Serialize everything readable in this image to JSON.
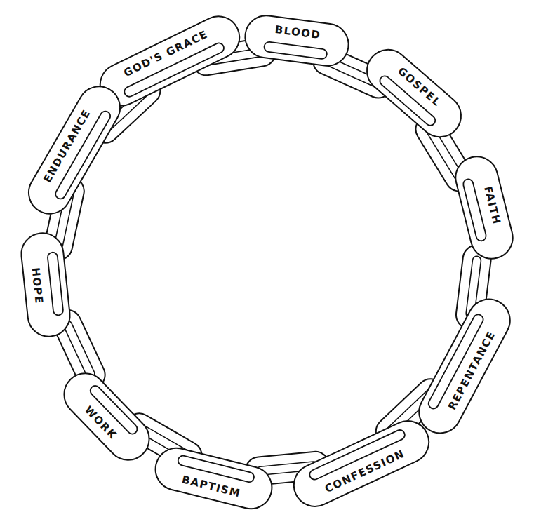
{
  "diagram": {
    "nodes": [
      {
        "text": [
          "GOD'S GRACE"
        ]
      },
      {
        "text": [
          "BLOOD"
        ]
      },
      {
        "text": [
          "GOSPEL"
        ]
      },
      {
        "text": [
          "FAITH"
        ]
      },
      {
        "text": [
          "REPENTANCE"
        ]
      },
      {
        "text": [
          "CONFESSION"
        ]
      },
      {
        "text": [
          "BAPTISM"
        ]
      },
      {
        "text": [
          "WORK"
        ]
      },
      {
        "text": [
          "HOPE"
        ]
      },
      {
        "text": [
          "ENDURANCE"
        ]
      }
    ]
  }
}
